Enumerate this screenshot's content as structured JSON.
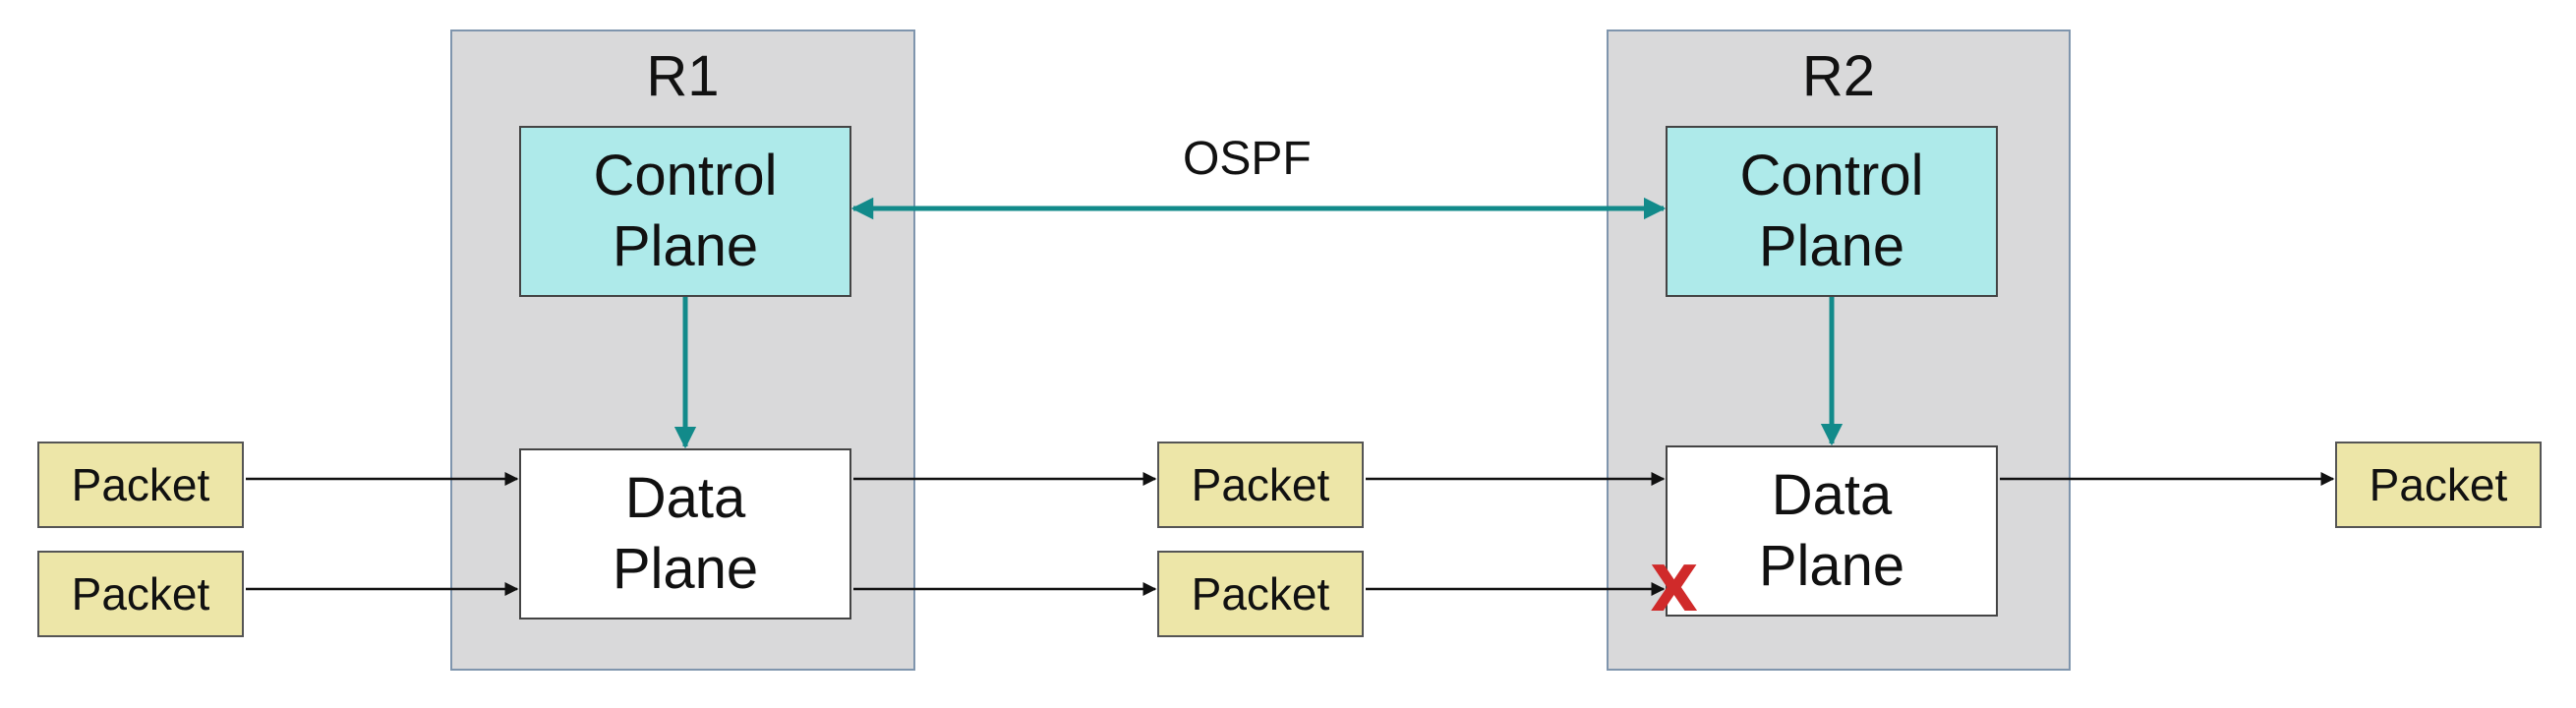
{
  "routers": [
    {
      "name": "R1",
      "control_plane": [
        "Control",
        "Plane"
      ],
      "data_plane": [
        "Data",
        "Plane"
      ]
    },
    {
      "name": "R2",
      "control_plane": [
        "Control",
        "Plane"
      ],
      "data_plane": [
        "Data",
        "Plane"
      ]
    }
  ],
  "protocol_link": {
    "label": "OSPF"
  },
  "packets": {
    "in_top": "Packet",
    "in_bottom": "Packet",
    "mid_top": "Packet",
    "mid_bottom": "Packet",
    "out": "Packet"
  },
  "drop_marker": "X",
  "colors": {
    "router_bg": "#d9d9da",
    "control_plane_bg": "#aeeaea",
    "packet_bg": "#ede6a8",
    "control_arrow": "#128a8a",
    "data_arrow": "#111111",
    "drop_mark": "#d02a2a"
  }
}
